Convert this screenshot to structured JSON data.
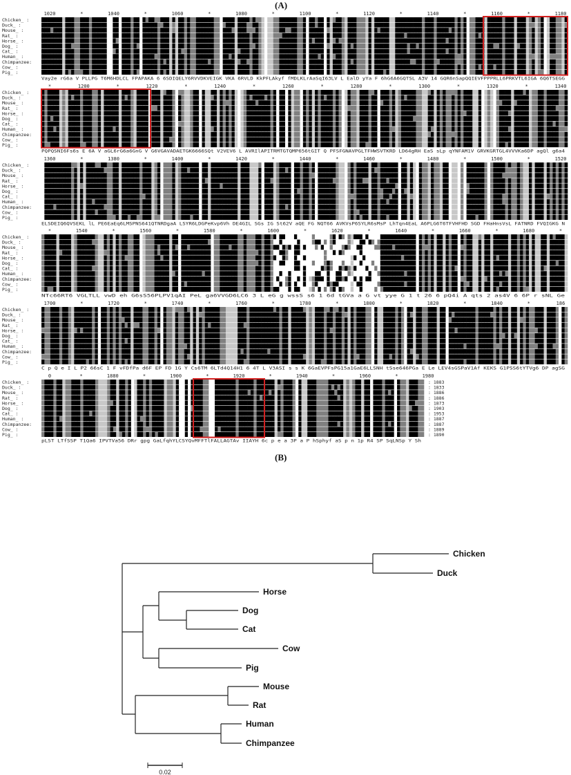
{
  "figure": {
    "panel_a_label": "(A)",
    "panel_b_label": "(B)"
  },
  "alignment": {
    "species": [
      "Chicken_",
      "Duck_",
      "Mouse_",
      "Rat_",
      "Horse_",
      "Dog_",
      "Cat_",
      "Human_",
      "Chimpanzee",
      "Cow_",
      "Pig_"
    ],
    "blocks": [
      {
        "ruler": [
          "1020",
          "*",
          "1040",
          "*",
          "1060",
          "*",
          "1080",
          "*",
          "1100",
          "*",
          "1120",
          "*",
          "1140",
          "*",
          "1160",
          "*",
          "1180"
        ],
        "consensus": "Vay2e rG6a V PLLPG  T6M6HDLCL FPAPAKA 6 6SDIQELY6RVVDKVEIGK VKA 6RVLD  KkPFLAkyf fMDLKLrAaSqI63LV L EalD yYa F 6hG6A6GQTSL A3V 14 GQR6nSapQQIEVFPPPRLL6PRKVTL6IGA 6Q6TSEGG",
        "highlight_box": true
      },
      {
        "ruler": [
          "*",
          "1200",
          "*",
          "1220",
          "*",
          "1240",
          "*",
          "1260",
          "*",
          "1280",
          "*",
          "1300",
          "*",
          "1320",
          "*",
          "1340"
        ],
        "consensus": "PQPQSNI6Fs6s E 6A V  aGL6rG6a6GnG V  G6VGAVADAETGK6666SQt V2VEV6 L AVRIlAPITRMTGTQMP656tGIT  Q PFSFGNAVPGLTFHWSVTKRD LD64gRH EaS sLp qYNFAM1V GRVKGRTGL4VVVKa6DP agQl g6a4",
        "highlight_box": true
      },
      {
        "ruler": [
          "1360",
          "*",
          "1380",
          "*",
          "1400",
          "*",
          "1420",
          "*",
          "1440",
          "*",
          "1460",
          "*",
          "1480",
          "*",
          "1500",
          "*",
          "1520"
        ],
        "consensus": "ELSDEIQ6QVSEKL lL PE6EaEq6LMSPNS641QTNRDgaA LSYR6LDGPeKvp6Vh DE4GIL SGs IG St62V aQE FG NQT66 AVKVsP6SYLR6sMsP LhTqn4EaL A6PLG6T6TFVHFHD SGD FHaHnsVsL FATNRD FVQIGKG  N",
        "highlight_box": false
      },
      {
        "ruler": [
          "*",
          "1540",
          "*",
          "1560",
          "*",
          "1580",
          "*",
          "1600",
          "*",
          "1620",
          "*",
          "1640",
          "*",
          "1660",
          "*",
          "1680",
          "*"
        ],
        "consensus": "NTc66RT6 VGLTLL vwD eh G6sS56PLPV1qAI PeL ga6VVGD6LC6 3 L   eG  g wssS  s6       1 6d  tGVa a  G vt yye  G        1 t  26 6  pQ4i A    qts 2   as4V 6 6P r sNL Ge",
        "highlight_box": false
      },
      {
        "ruler": [
          "1700",
          "*",
          "1720",
          "*",
          "1740",
          "*",
          "1760",
          "*",
          "1780",
          "*",
          "1800",
          "*",
          "1820",
          "*",
          "1840",
          "*",
          "186"
        ],
        "consensus": "C p Q e I  L P2 66sC 1 F  vFDfPa d6F  EP FD  1G Y Cs6TM 6LTd4Q14H1 6 4T L V3ASI  s  s K 6GaEVPFsPG15a1GaE6LLSNH tSse646PGa E Le LEV4sGSPaV1Af KEKS G1PSS6tYTVg6 DP agSG",
        "highlight_box": false
      },
      {
        "ruler": [
          "0",
          "*",
          "1880",
          "*",
          "1900",
          "*",
          "1920",
          "*",
          "1940",
          "*",
          "1960",
          "*",
          "1980"
        ],
        "consensus": "pLST LTfSSP T1Qa6 IPVTVa56 DRr gpg  GaLfqhYLCSYQvMFFTlFALLAGTAv IIAYH 6c p e   a 3P a P hSphyf aS  p   n 1p  R4 SP SqLNSp Y Sh",
        "totals": [
          "1883",
          "1833",
          "1886",
          "1886",
          "1873",
          "1903",
          "1953",
          "1887",
          "1887",
          "1889",
          "1890"
        ],
        "highlight_box": true
      }
    ]
  },
  "tree": {
    "taxa": [
      "Chicken",
      "Duck",
      "Horse",
      "Dog",
      "Cat",
      "Cow",
      "Pig",
      "Mouse",
      "Rat",
      "Human",
      "Chimpanzee"
    ],
    "scale_label": "0.02"
  },
  "colors": {
    "identical": "#000000",
    "similar": "#808080",
    "conserved": "#c8c8c8",
    "highlight_box": "#d42020"
  }
}
